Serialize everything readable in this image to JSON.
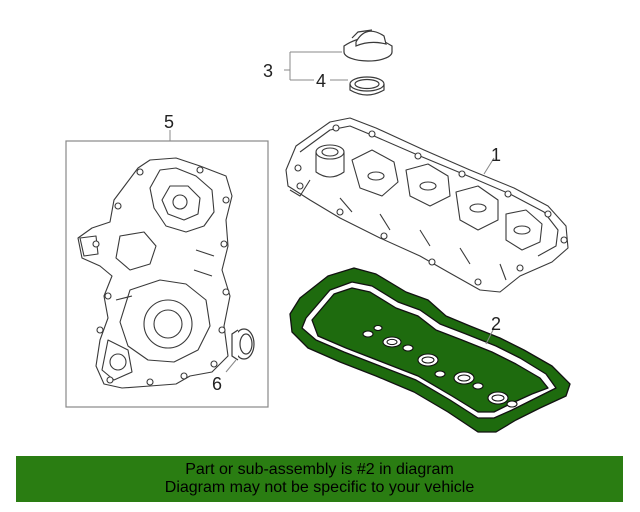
{
  "diagram": {
    "callouts": {
      "c1": "1",
      "c2": "2",
      "c3": "3",
      "c4": "4",
      "c5": "5",
      "c6": "6"
    },
    "colors": {
      "line": "#3a3a3a",
      "callout_line": "#888888",
      "highlight_fill": "#1e6b0e",
      "highlight_outline": "#111111",
      "banner_fill": "#2a7d12"
    },
    "parts": [
      "valve-cover",
      "valve-cover-gasket",
      "oil-filler-cap",
      "cap-seal",
      "timing-chain-cover",
      "crankshaft-seal"
    ]
  },
  "banner": {
    "line1": "Part or sub-assembly is #2 in diagram",
    "line2": "Diagram may not be specific to your vehicle"
  }
}
